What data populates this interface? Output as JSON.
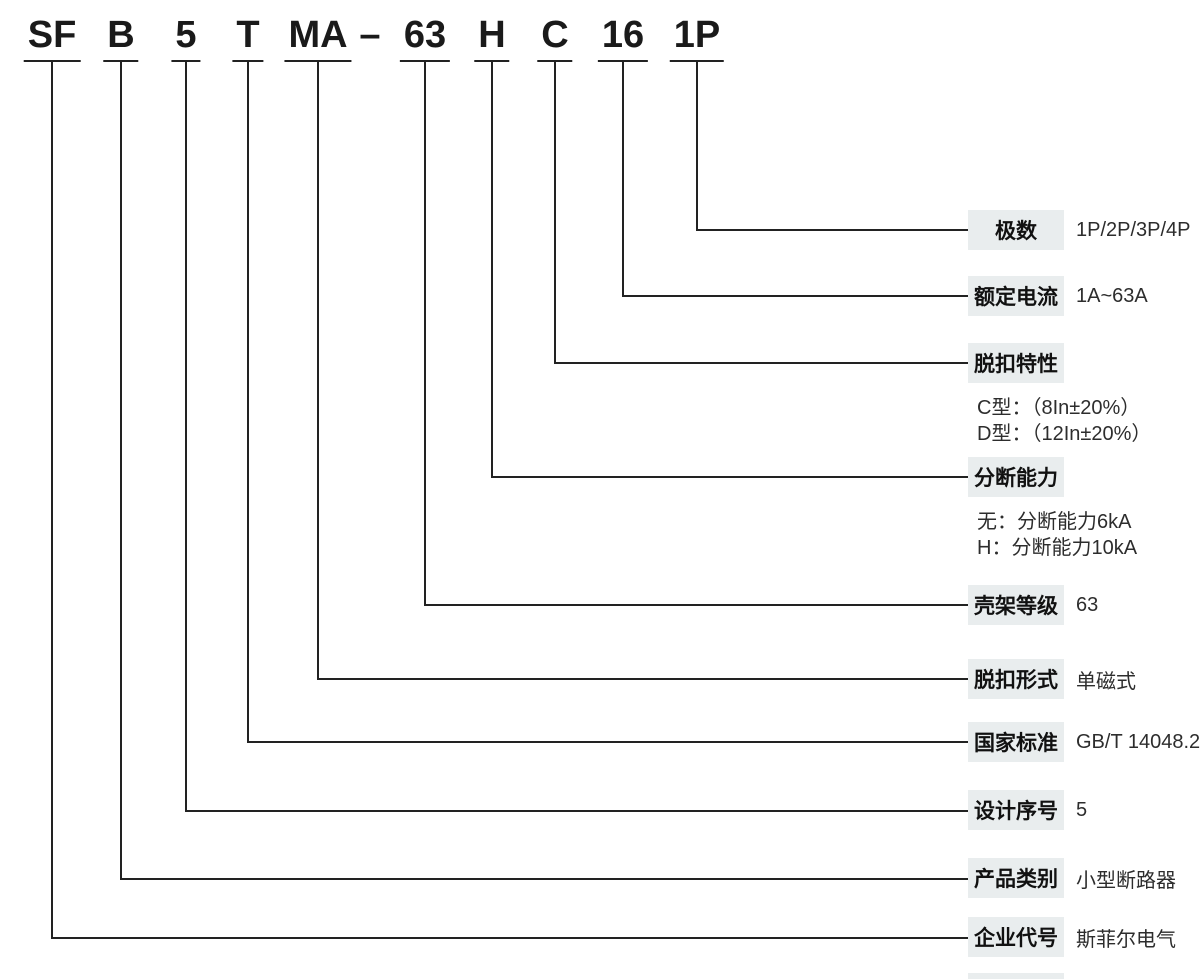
{
  "model_code": {
    "segments": [
      "SF",
      "B",
      "5",
      "T",
      "MA",
      "–",
      "63",
      "H",
      "C",
      "16",
      "1P"
    ]
  },
  "rows": [
    {
      "label": "极数",
      "value": "1P/2P/3P/4P"
    },
    {
      "label": "额定电流",
      "value": "1A~63A"
    },
    {
      "label": "脱扣特性",
      "value": "",
      "notes": [
        "C型：（8In±20%）",
        "D型：（12In±20%）"
      ]
    },
    {
      "label": "分断能力",
      "value": "",
      "notes": [
        "无：分断能力6kA",
        "H：分断能力10kA"
      ]
    },
    {
      "label": "壳架等级",
      "value": "63"
    },
    {
      "label": "脱扣形式",
      "value": "单磁式"
    },
    {
      "label": "国家标准",
      "value": "GB/T 14048.2"
    },
    {
      "label": "设计序号",
      "value": "5"
    },
    {
      "label": "产品类别",
      "value": "小型断路器"
    },
    {
      "label": "企业代号",
      "value": "斯菲尔电气"
    }
  ],
  "colors": {
    "label_box_bg": "#e9edee",
    "line": "#222222",
    "code_text": "#1a1a1a",
    "value_text": "#2d2d2d"
  }
}
